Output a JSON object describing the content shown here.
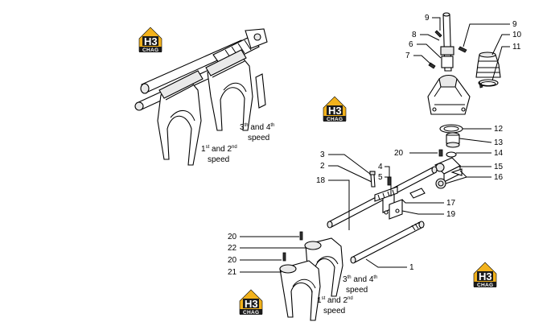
{
  "logo": {
    "mark": "H3",
    "text": "CHAG",
    "accent": "#f2b21c"
  },
  "callouts": {
    "c9a": "9",
    "c9b": "9",
    "c8": "8",
    "c6": "6",
    "c7": "7",
    "c10": "10",
    "c11": "11",
    "c12": "12",
    "c13": "13",
    "c14": "14",
    "c15": "15",
    "c16": "16",
    "c20a": "20",
    "c3": "3",
    "c2": "2",
    "c4": "4",
    "c5": "5",
    "c18": "18",
    "c17": "17",
    "c19": "19",
    "c20b": "20",
    "c22": "22",
    "c20c": "20",
    "c21": "21",
    "c1": "1"
  },
  "labels": {
    "top_right": {
      "a": "3",
      "a_sup": "th",
      "b": " and 4",
      "b_sup": "th",
      "c": "speed"
    },
    "top_left": {
      "a": "1",
      "a_sup": "st",
      "b": " and 2",
      "b_sup": "nd",
      "c": "speed"
    },
    "bottom_right": {
      "a": "3",
      "a_sup": "th",
      "b": " and 4",
      "b_sup": "th",
      "c": "speed"
    },
    "bottom_left": {
      "a": "1",
      "a_sup": "st",
      "b": " and 2",
      "b_sup": "nd",
      "c": "speed"
    }
  }
}
